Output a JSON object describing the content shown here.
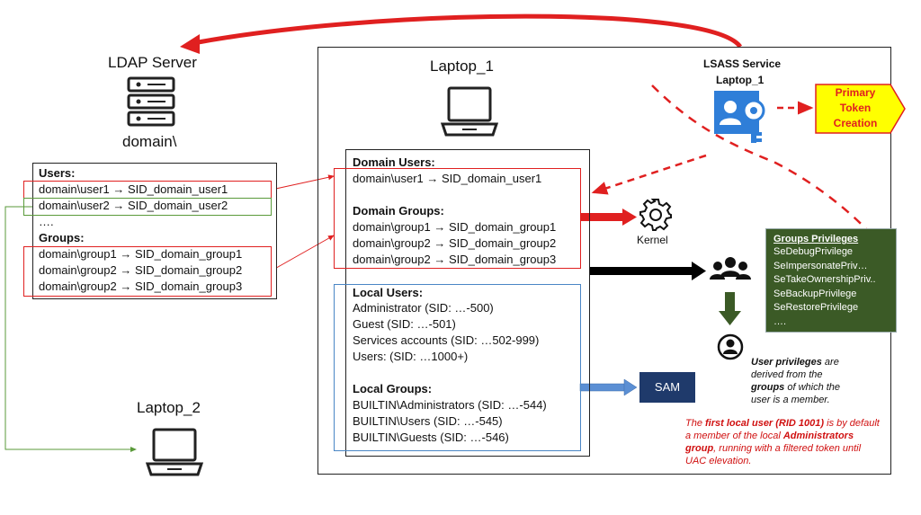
{
  "ldap": {
    "title": "LDAP Server",
    "domain": "domain\\"
  },
  "laptop1": {
    "title": "Laptop_1"
  },
  "laptop2": {
    "title": "Laptop_2"
  },
  "lsass": {
    "line1": "LSASS Service",
    "line2": "Laptop_1"
  },
  "primary_token": {
    "line1": "Primary",
    "line2": "Token",
    "line3": "Creation"
  },
  "ldap_list": {
    "users_header": "Users:",
    "users": [
      "domain\\user1 → SID_domain_user1",
      "domain\\user2 → SID_domain_user2"
    ],
    "ellipsis": "….",
    "groups_header": "Groups:",
    "groups": [
      "domain\\group1 → SID_domain_group1",
      "domain\\group2 → SID_domain_group2",
      "domain\\group2 → SID_domain_group3"
    ]
  },
  "laptop1_list": {
    "domain_users_header": "Domain Users:",
    "domain_users": [
      "domain\\user1 → SID_domain_user1"
    ],
    "domain_groups_header": "Domain Groups:",
    "domain_groups": [
      "domain\\group1 → SID_domain_group1",
      "domain\\group2 → SID_domain_group2",
      "domain\\group2 → SID_domain_group3"
    ],
    "local_users_header": "Local Users:",
    "local_users": [
      "Administrator (SID: …-500)",
      "Guest (SID: …-501)",
      "Services accounts (SID: …502-999)",
      "Users: (SID: …1000+)"
    ],
    "local_groups_header": "Local Groups:",
    "local_groups": [
      "BUILTIN\\Administrators (SID: …-544)",
      "BUILTIN\\Users (SID: …-545)",
      "BUILTIN\\Guests (SID: …-546)"
    ]
  },
  "kernel": {
    "label": "Kernel"
  },
  "sam": {
    "label": "SAM"
  },
  "privileges": {
    "header": "Groups Privileges",
    "items": [
      "SeDebugPrivilege",
      "SeImpersonatePriv…",
      "SeTakeOwnershipPriv..",
      "SeBackupPrivilege",
      "SeRestorePrivilege",
      "…."
    ]
  },
  "user_note": {
    "p1b": "User privileges",
    "p1": " are",
    "l2": "derived from the",
    "p3b": "groups",
    "p3": " of which the",
    "l4": "user is a member."
  },
  "red_note": {
    "a1": "The ",
    "a1b": "first local user (RID 1001)",
    "a1c": " is by default",
    "a2": "a member of the local ",
    "a2b": "Administrators",
    "a3b": "group",
    ", a3": "",
    "a3c": ", running with a filtered token until",
    "a4": "UAC elevation."
  },
  "colors": {
    "red": "#e02020",
    "green": "#5a9a3a",
    "blue": "#4a6fa5",
    "navy": "#1f3a6b",
    "dark_green": "#3b5a26",
    "yellow": "#ffff00",
    "lsass_blue": "#2f7ed8"
  }
}
